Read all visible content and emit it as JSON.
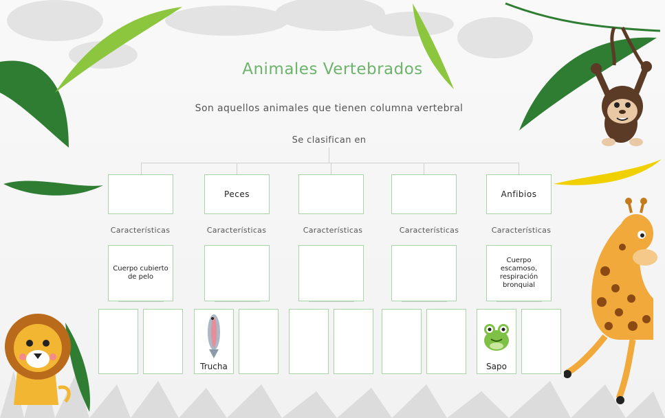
{
  "title": "Animales Vertebrados",
  "subtitle": "Son aquellos animales que tienen columna vertebral",
  "classify_label": "Se clasifican en",
  "categories": [
    {
      "label": "",
      "characteristics_label": "Características",
      "feature": "Cuerpo cubierto de pelo",
      "examples": [
        "",
        ""
      ]
    },
    {
      "label": "Peces",
      "characteristics_label": "Características",
      "feature": "",
      "examples": [
        "Trucha",
        ""
      ]
    },
    {
      "label": "",
      "characteristics_label": "Características",
      "feature": "",
      "examples": [
        "",
        ""
      ]
    },
    {
      "label": "",
      "characteristics_label": "Características",
      "feature": "",
      "examples": [
        "",
        ""
      ]
    },
    {
      "label": "Anfibios",
      "characteristics_label": "Características",
      "feature": "Cuerpo escamoso, respiración bronquial",
      "examples": [
        "Sapo",
        ""
      ]
    }
  ],
  "colors": {
    "title": "#6db36b",
    "box_border": "#a8d4a6",
    "leaf_dark": "#2f7d32",
    "leaf_light": "#8cc63f"
  },
  "icons": [
    "monkey-icon",
    "giraffe-icon",
    "lion-icon",
    "fish-icon",
    "frog-icon"
  ]
}
